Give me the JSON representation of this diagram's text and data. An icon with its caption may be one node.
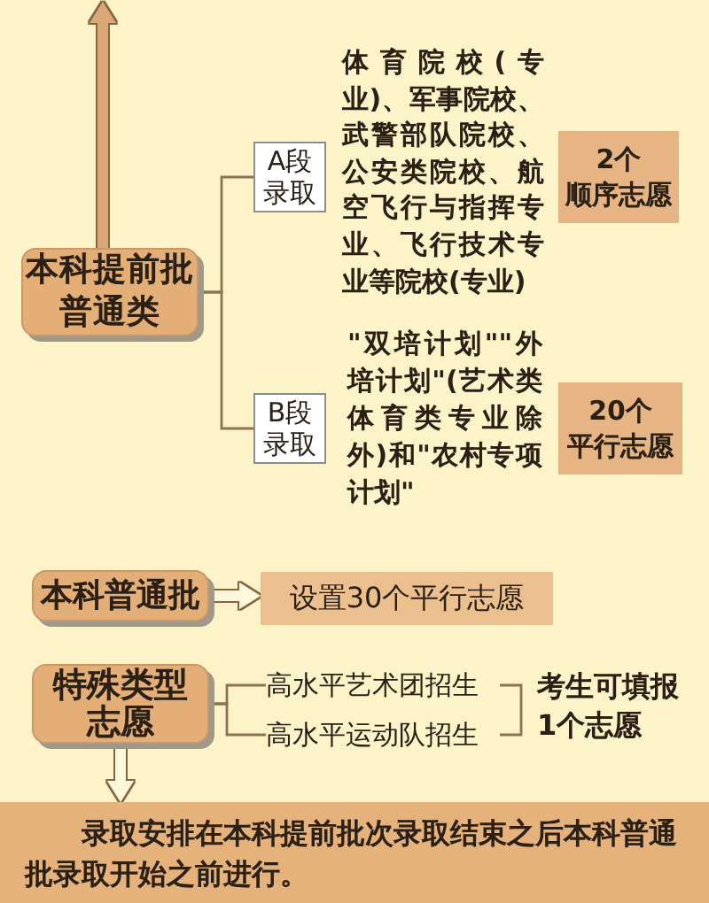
{
  "diagram": {
    "nodes": [
      {
        "text": [
          "本科提前批普通类"
        ]
      },
      {
        "text": [
          "A段录取"
        ]
      },
      {
        "text": [
          "2个顺序志愿"
        ]
      },
      {
        "text": [
          "B段录取"
        ]
      },
      {
        "text": [
          "20个平行志愿"
        ]
      },
      {
        "text": [
          "本科普通批"
        ]
      },
      {
        "text": [
          "设置30个平行志愿"
        ]
      },
      {
        "text": [
          "特殊类型志愿"
        ]
      },
      {
        "text": [
          "高水平艺术团招生"
        ]
      },
      {
        "text": [
          "高水平运动队招生"
        ]
      },
      {
        "text": [
          "录取安排在本科提前批次录取结束之后本科普通批录取开始之前进行。"
        ]
      }
    ],
    "edges": [
      {
        "from": 0,
        "to": null,
        "arrow": "to",
        "style": "thick",
        "color": "#d9a877"
      },
      {
        "from": 0,
        "to": 1,
        "arrow": "none"
      },
      {
        "from": 0,
        "to": 3,
        "arrow": "none"
      },
      {
        "from": 5,
        "to": 6,
        "arrow": "to",
        "style": "thick",
        "color": "#fff8dc"
      },
      {
        "from": 7,
        "to": 8,
        "arrow": "none"
      },
      {
        "from": 7,
        "to": 9,
        "arrow": "none"
      },
      {
        "from": 7,
        "to": 10,
        "arrow": "to",
        "style": "thick",
        "color": "#fff8dc"
      }
    ],
    "labels": [
      "体育院校(专业)、军事院校、武警部队院校、公安类院校、航空飞行与指挥专业、飞行技术专业等院校(专业)",
      "\"双培计划\"\"外培计划\"(艺术类体育类专业除外)和\"农村专项计划\"",
      "考生可填报1个志愿"
    ]
  }
}
